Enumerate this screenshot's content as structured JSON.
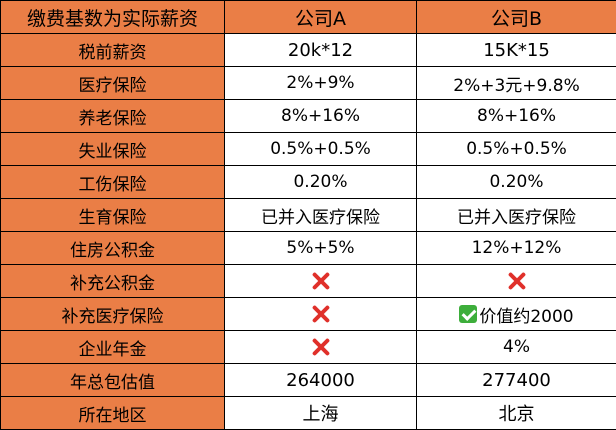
{
  "header": {
    "corner": "缴费基数为实际薪资",
    "company_a": "公司A",
    "company_b": "公司B"
  },
  "rows": [
    {
      "label": "税前薪资",
      "a": "20k*12",
      "b": "15K*15"
    },
    {
      "label": "医疗保险",
      "a": "2%+9%",
      "b": "2%+3元+9.8%"
    },
    {
      "label": "养老保险",
      "a": "8%+16%",
      "b": "8%+16%"
    },
    {
      "label": "失业保险",
      "a": "0.5%+0.5%",
      "b": "0.5%+0.5%"
    },
    {
      "label": "工伤保险",
      "a": "0.20%",
      "b": "0.20%"
    },
    {
      "label": "生育保险",
      "a": "已并入医疗保险",
      "b": "已并入医疗保险"
    },
    {
      "label": "住房公积金",
      "a": "5%+5%",
      "b": "12%+12%"
    },
    {
      "label": "补充公积金",
      "a_icon": "cross-mark-icon",
      "b_icon": "cross-mark-icon"
    },
    {
      "label": "补充医疗保险",
      "a_icon": "cross-mark-icon",
      "b_icon": "check-mark-icon",
      "b": "价值约2000"
    },
    {
      "label": "企业年金",
      "a_icon": "cross-mark-icon",
      "b": "4%"
    },
    {
      "label": "年总包估值",
      "a": "264000",
      "b": "277400"
    },
    {
      "label": "所在地区",
      "a": "上海",
      "b": "北京"
    }
  ],
  "colors": {
    "label_background": "#ea7e46",
    "value_background": "#ffffff",
    "cross_mark": "#e0302a",
    "check_mark": "#3dae3b"
  }
}
